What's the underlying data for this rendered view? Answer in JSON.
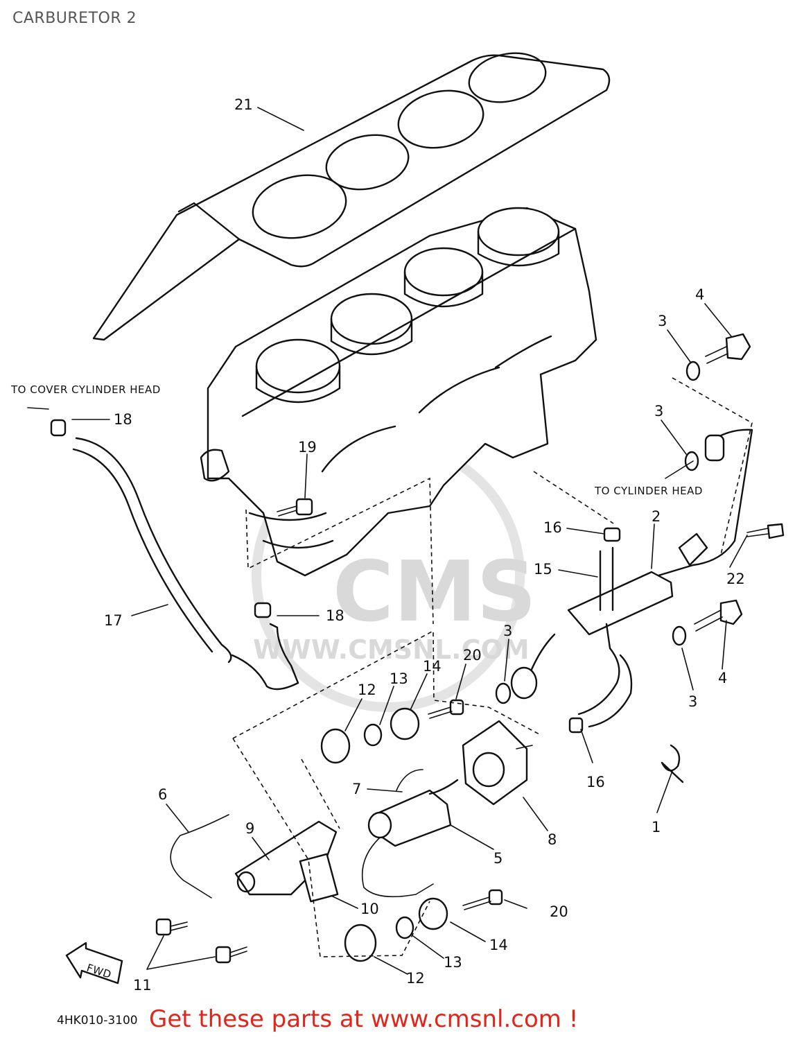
{
  "title": "CARBURETOR 2",
  "notes": {
    "to_cover_cylinder_head": "TO COVER CYLINDER HEAD",
    "to_cylinder_head": "TO CYLINDER HEAD",
    "fwd": "FWD"
  },
  "callouts": [
    {
      "id": "c21",
      "label": "21"
    },
    {
      "id": "c4a",
      "label": "4"
    },
    {
      "id": "c3a",
      "label": "3"
    },
    {
      "id": "c3b",
      "label": "3"
    },
    {
      "id": "c18a",
      "label": "18"
    },
    {
      "id": "c19",
      "label": "19"
    },
    {
      "id": "c2",
      "label": "2"
    },
    {
      "id": "c16a",
      "label": "16"
    },
    {
      "id": "c22",
      "label": "22"
    },
    {
      "id": "c15",
      "label": "15"
    },
    {
      "id": "c17",
      "label": "17"
    },
    {
      "id": "c18b",
      "label": "18"
    },
    {
      "id": "c3c",
      "label": "3"
    },
    {
      "id": "c20a",
      "label": "20"
    },
    {
      "id": "c14a",
      "label": "14"
    },
    {
      "id": "c13a",
      "label": "13"
    },
    {
      "id": "c12a",
      "label": "12"
    },
    {
      "id": "c3d",
      "label": "3"
    },
    {
      "id": "c4b",
      "label": "4"
    },
    {
      "id": "c16b",
      "label": "16"
    },
    {
      "id": "c7",
      "label": "7"
    },
    {
      "id": "c6",
      "label": "6"
    },
    {
      "id": "c9",
      "label": "9"
    },
    {
      "id": "c8",
      "label": "8"
    },
    {
      "id": "c1",
      "label": "1"
    },
    {
      "id": "c5",
      "label": "5"
    },
    {
      "id": "c10",
      "label": "10"
    },
    {
      "id": "c20b",
      "label": "20"
    },
    {
      "id": "c14b",
      "label": "14"
    },
    {
      "id": "c13b",
      "label": "13"
    },
    {
      "id": "c11",
      "label": "11"
    },
    {
      "id": "c12b",
      "label": "12"
    }
  ],
  "watermark": {
    "logo": "CMS",
    "url": "WWW.CMSNL.COM"
  },
  "reference_code": "4HK010-3100",
  "footer": "Get these parts at www.cmsnl.com !",
  "colors": {
    "footer_text": "#e0261b",
    "line_art": "#111111",
    "watermark": "#d9d9d9"
  }
}
